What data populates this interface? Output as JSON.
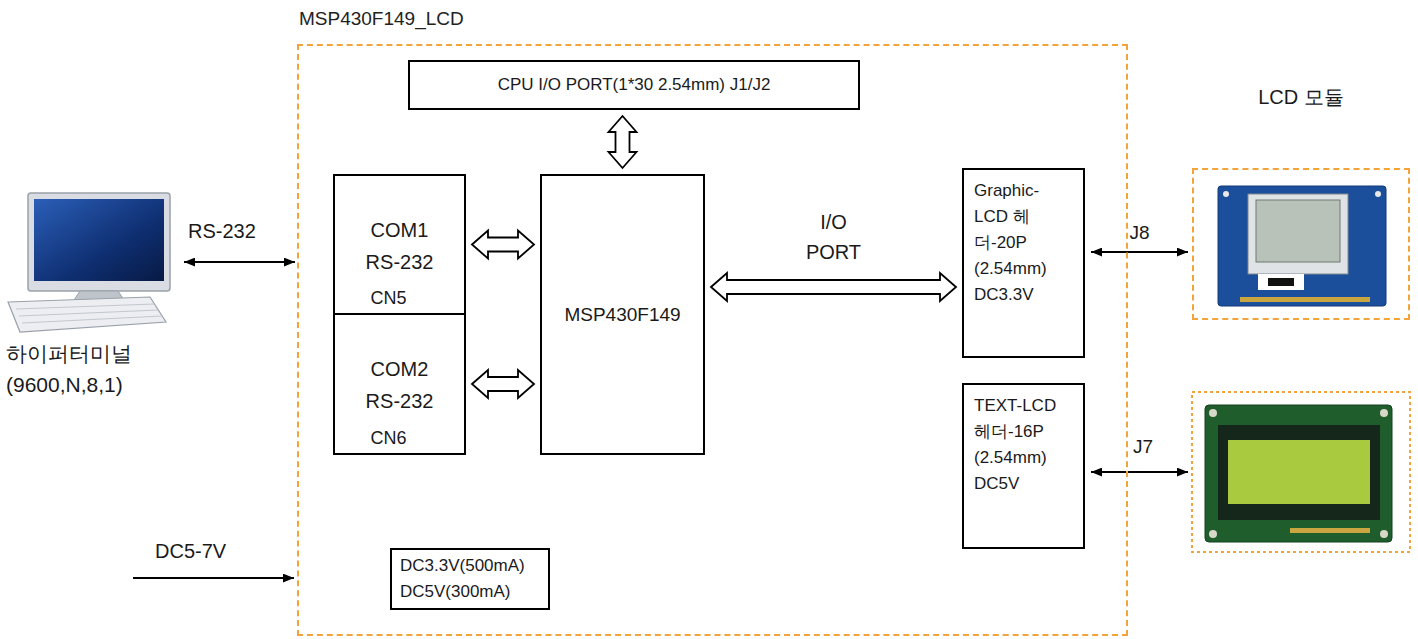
{
  "diagram": {
    "nodes": [
      {
        "text": [
          "MSP430F149_LCD"
        ]
      },
      {
        "text": [
          "CPU I/O PORT(1*30 2.54mm) J1/J2"
        ],
        "in": 0
      },
      {
        "text": [
          "COM1 RS-232",
          "CN5"
        ],
        "in": 0
      },
      {
        "text": [
          "COM2 RS-232",
          "CN6"
        ],
        "in": 0
      },
      {
        "text": [
          "MSP430F149"
        ],
        "in": 0
      },
      {
        "text": [
          "Graphic- LCD 헤더-20P (2.54mm) DC3.3V"
        ],
        "in": 0
      },
      {
        "text": [
          "TEXT-LCD 헤더-16P (2.54mm) DC5V"
        ],
        "in": 0
      },
      {
        "text": [
          "DC3.3V(500mA) DC5V(300mA)"
        ],
        "in": 0
      },
      {
        "text": [
          "LCD 모듈"
        ]
      }
    ],
    "edges": [
      {
        "from": 1,
        "to": 4,
        "arrow": "both"
      },
      {
        "from": 2,
        "to": 4,
        "arrow": "both"
      },
      {
        "from": 3,
        "to": 4,
        "arrow": "both"
      },
      {
        "from": 4,
        "to": 5,
        "arrow": "both",
        "label": "I/O PORT"
      },
      {
        "from": 5,
        "to": 8,
        "arrow": "both",
        "label": "J8"
      }
    ],
    "labels": [
      "RS-232",
      "하이퍼터미널 (9600,N,8,1)",
      "DC5-7V",
      "J7"
    ]
  }
}
